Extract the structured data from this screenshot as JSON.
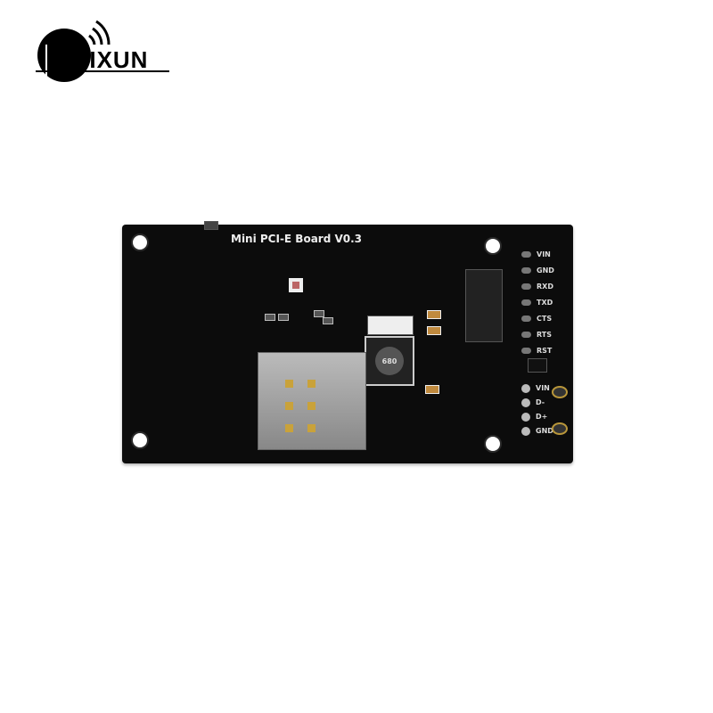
{
  "logo": {
    "text_dark": "YIXUN",
    "brand": "LYIXUN"
  },
  "board": {
    "title": "Mini PCI-E Board V0.3",
    "inductor_marking": "680",
    "header_pins": [
      "VIN",
      "GND",
      "RXD",
      "TXD",
      "CTS",
      "RTS",
      "RST"
    ],
    "usb_pins": [
      "VIN",
      "D-",
      "D+",
      "GND"
    ],
    "board_color": "#0c0c0c"
  }
}
